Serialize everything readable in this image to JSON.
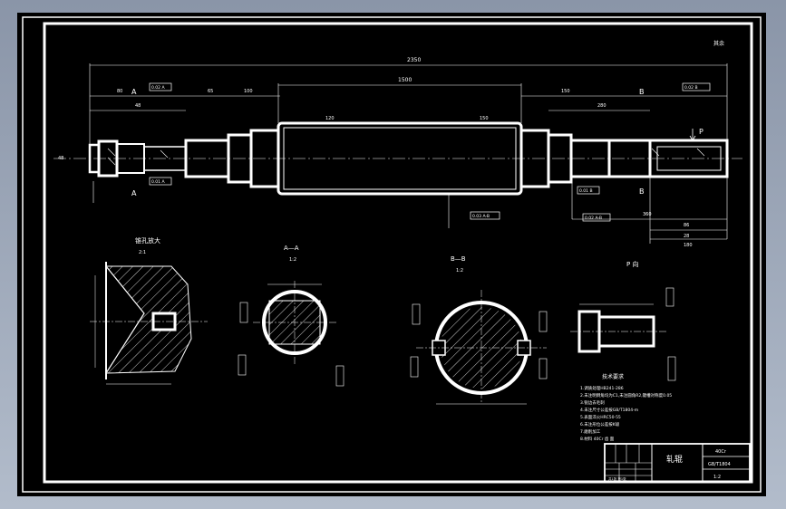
{
  "drawing": {
    "top_right_note": "其余",
    "overall_length": "2350",
    "barrel_length": "1500",
    "dims": [
      "80",
      "65",
      "100",
      "150",
      "48",
      "280",
      "360",
      "86",
      "28",
      "48",
      "120",
      "150",
      "180"
    ],
    "section_markers": {
      "a": "A",
      "b": "B"
    },
    "tolerances": [
      "0.02 A",
      "0.02 B",
      "0.01 A",
      "0.01 B",
      "0.03 A-B",
      "0.02 A-B"
    ],
    "p_label": "P"
  },
  "views": {
    "detail_title": "锥孔放大",
    "detail_scale": "2:1",
    "aa_title": "A—A",
    "aa_scale": "1:2",
    "bb_title": "B—B",
    "bb_scale": "1:2",
    "p_title": "P 向"
  },
  "notes": {
    "title": "技术要求",
    "lines": [
      "1.调质处理HB241-286",
      "2.未注明倒角均为C1,未注圆角R2,键槽对称度0.05",
      "3.锐边去毛刺",
      "4.未注尺寸公差按GB/T1804-m",
      "5.表面淬火HRC50-55",
      "6.未注形位公差按K级",
      "7.磨削加工",
      "8.材料 40Cr  齿  面"
    ]
  },
  "title_block": {
    "name": "轧辊",
    "material": "40Cr",
    "drawing_no": "GB/T1804",
    "scale": "1:2",
    "sheet": "共1张 第1张"
  }
}
